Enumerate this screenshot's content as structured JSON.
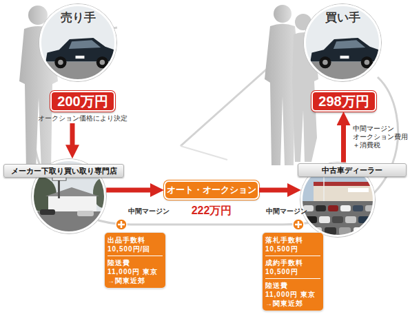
{
  "diagram": {
    "nodes": [
      {
        "text": [
          "売り手"
        ]
      },
      {
        "text": [
          "200万円",
          "オークション価格により決定"
        ]
      },
      {
        "text": [
          "買い手"
        ]
      },
      {
        "text": [
          "298万円"
        ]
      },
      {
        "text": [
          "メーカー下取り買い取り専門店"
        ]
      },
      {
        "text": [
          "オート・オークション"
        ]
      },
      {
        "text": [
          "中古車ディーラー"
        ]
      },
      {
        "text": [
          "出品手数料 10,500円/回",
          "陸送費 11,000円 東京→関東近郊"
        ]
      },
      {
        "text": [
          "落札手数料 10,500円",
          "成約手数料 10,500円",
          "陸送費 11,000円 東京→関東近郊"
        ]
      }
    ],
    "edges": [
      {
        "from": 1,
        "to": 4,
        "arrow": "to"
      },
      {
        "from": 4,
        "to": 5,
        "arrow": "to"
      },
      {
        "from": 5,
        "to": 6,
        "arrow": "to"
      },
      {
        "from": 6,
        "to": 3,
        "arrow": "to",
        "label": "中間マージン オークション費用 ＋消費税"
      }
    ],
    "labels": [
      "中間マージン",
      "222万円",
      "中間マージン"
    ]
  }
}
